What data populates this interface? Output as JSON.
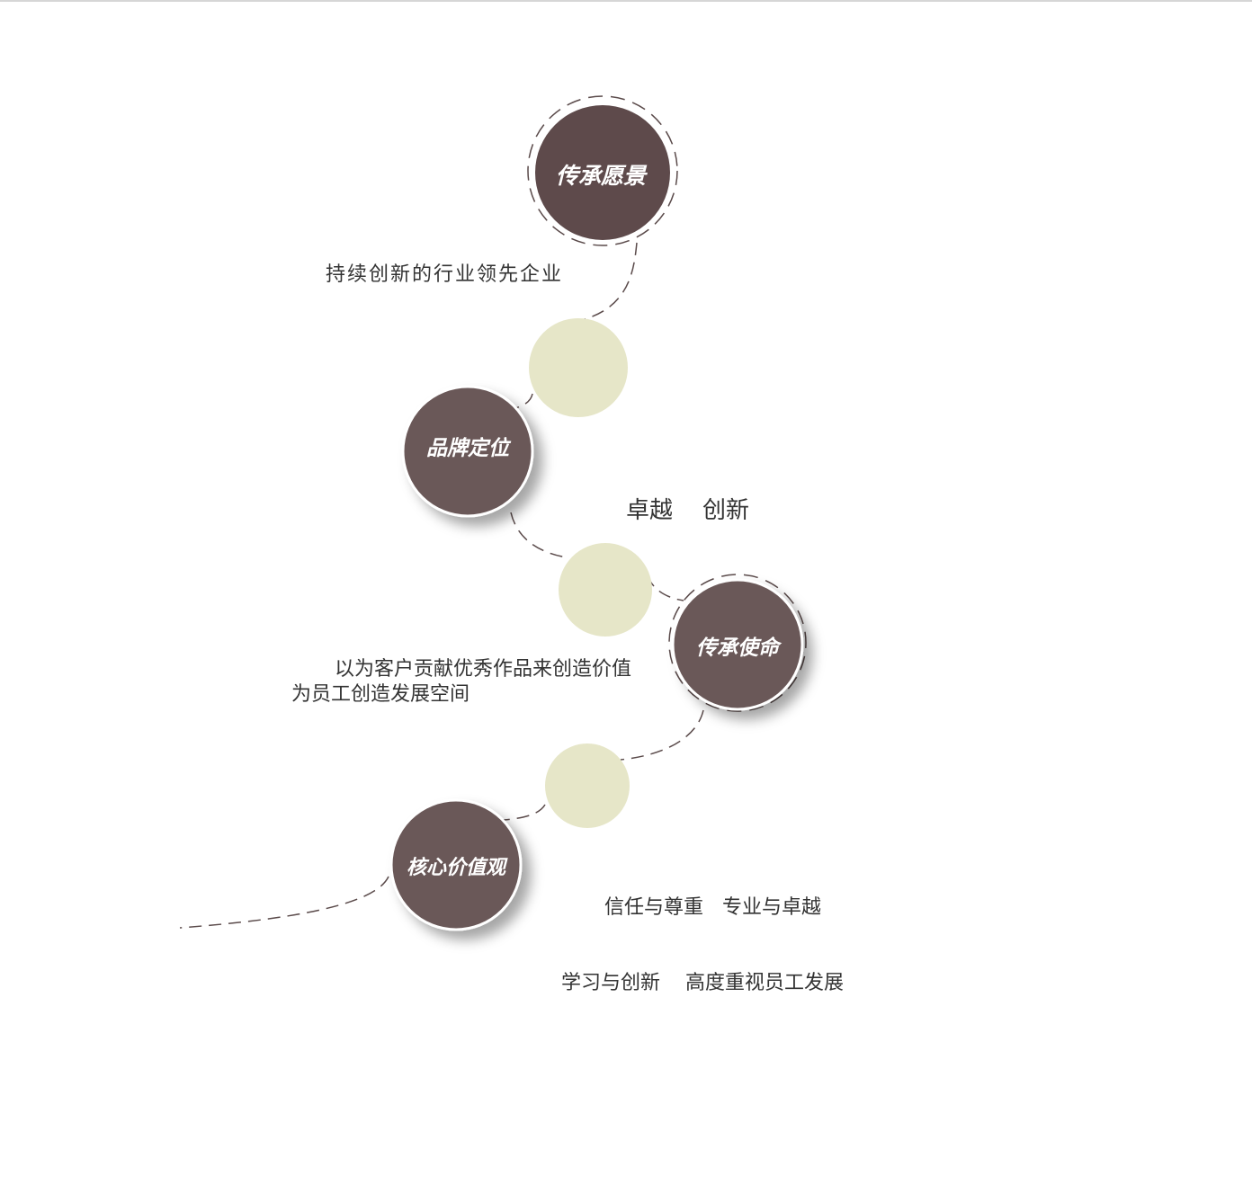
{
  "nodes": [
    {
      "id": "vision",
      "label": "传承愿景"
    },
    {
      "id": "brand",
      "label": "品牌定位"
    },
    {
      "id": "mission",
      "label": "传承使命"
    },
    {
      "id": "values",
      "label": "核心价值观"
    }
  ],
  "descriptions": {
    "vision": "持续创新的行业领先企业",
    "brand": "卓越    创新",
    "mission_line1": "以为客户贡献优秀作品来创造价值",
    "mission_line2": "为员工创造发展空间",
    "values_line1": "信任与尊重   专业与卓越",
    "values_line2": "学习与创新    高度重视员工发展"
  },
  "colors": {
    "node_fill": "#5e4a4b",
    "node_fill_alt": "#6b5858",
    "accent_circle": "#e6e6c8",
    "dash": "#5a4a4a",
    "text": "#333333"
  }
}
